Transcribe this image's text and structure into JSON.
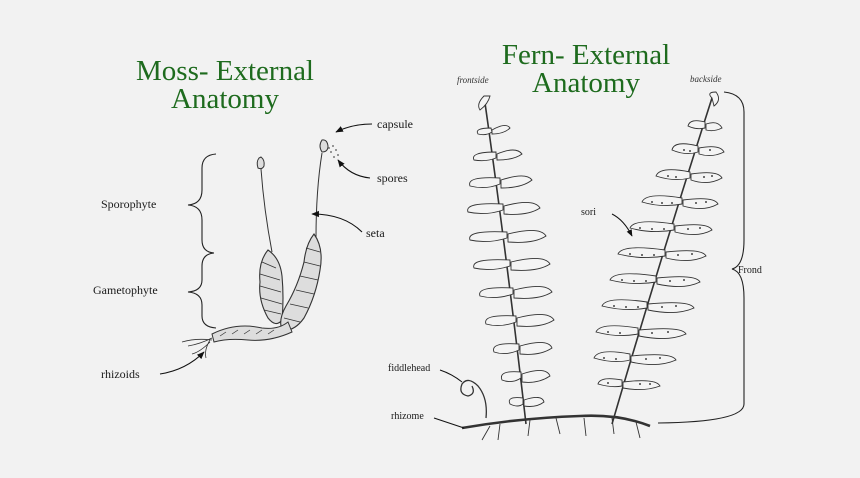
{
  "moss": {
    "title_line1": "Moss- External",
    "title_line2": "Anatomy",
    "labels": {
      "sporophyte": "Sporophyte",
      "gametophyte": "Gametophyte",
      "rhizoids": "rhizoids",
      "capsule": "capsule",
      "spores": "spores",
      "seta": "seta"
    }
  },
  "fern": {
    "title_line1": "Fern- External",
    "title_line2": "Anatomy",
    "labels": {
      "frontside": "frontside",
      "backside": "backside",
      "sori": "sori",
      "frond": "Frond",
      "fiddlehead": "fiddlehead",
      "rhizome": "rhizome"
    }
  },
  "colors": {
    "background": "#f2f2f2",
    "title": "#1e6b1e",
    "ink": "#1a1a1a"
  }
}
